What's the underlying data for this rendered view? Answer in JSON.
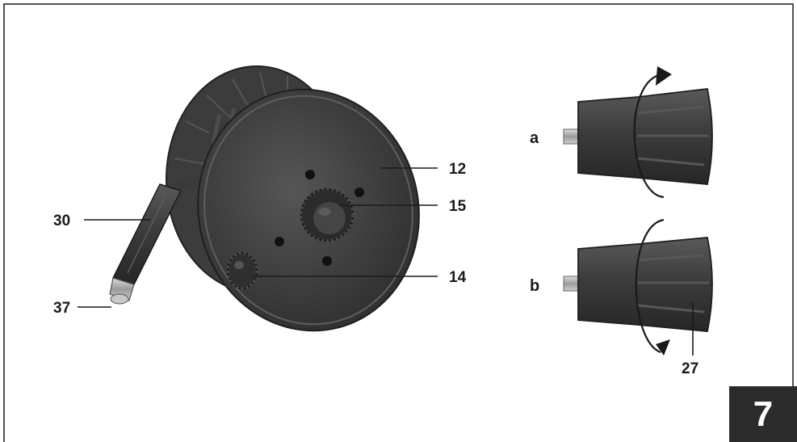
{
  "figure": {
    "number": "7",
    "callouts": {
      "c12": "12",
      "c15": "15",
      "c14": "14",
      "c30": "30",
      "c37": "37",
      "c27": "27"
    },
    "subfigures": {
      "a": "a",
      "b": "b"
    }
  },
  "colors": {
    "frame": "#1a1a1a",
    "part_dark": "#3a3a3a",
    "number_box": "#2b2b2b"
  }
}
